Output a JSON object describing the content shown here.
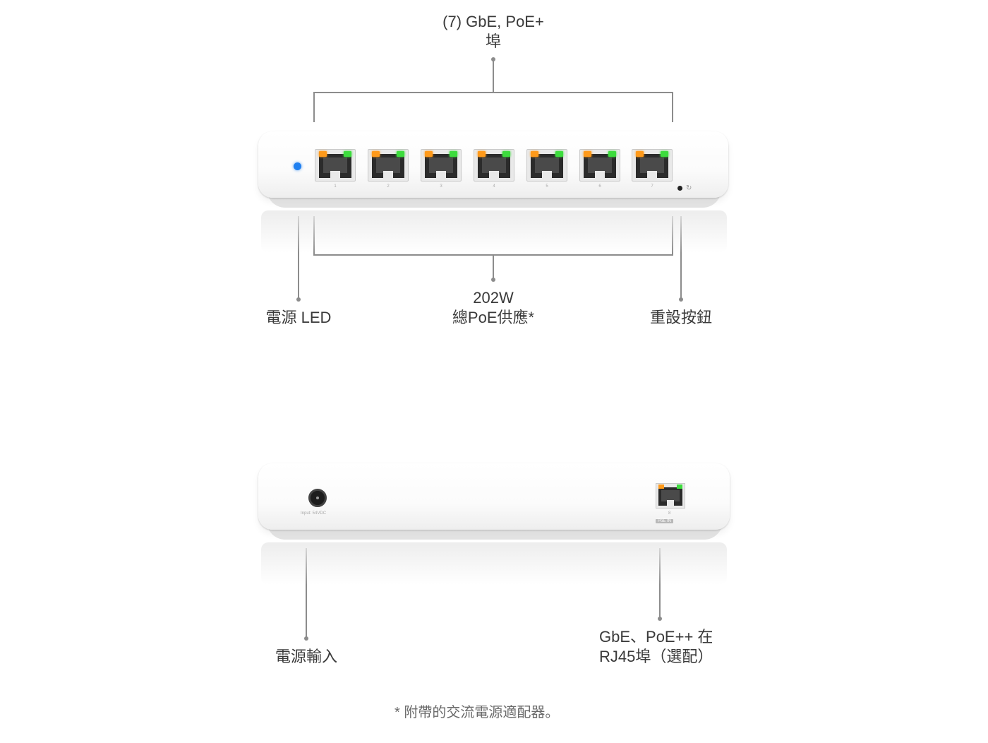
{
  "front": {
    "top_callout": {
      "line1": "(7) GbE, PoE+",
      "line2": "埠"
    },
    "power_led_label": "電源 LED",
    "poe_budget": {
      "line1": "202W",
      "line2": "總PoE供應*"
    },
    "reset_label": "重設按鈕",
    "port_numbers": [
      "1",
      "2",
      "3",
      "4",
      "5",
      "6",
      "7"
    ],
    "led_color": "#1e7ff0"
  },
  "rear": {
    "power_input_label": "電源輸入",
    "uplink_label": {
      "line1": "GbE、PoE++ 在",
      "line2": "RJ45埠（選配）"
    },
    "input_text": "Input: 54VDC",
    "port_number": "8",
    "poe_in_text": "PoE IN"
  },
  "footnote": "* 附帶的交流電源適配器。"
}
